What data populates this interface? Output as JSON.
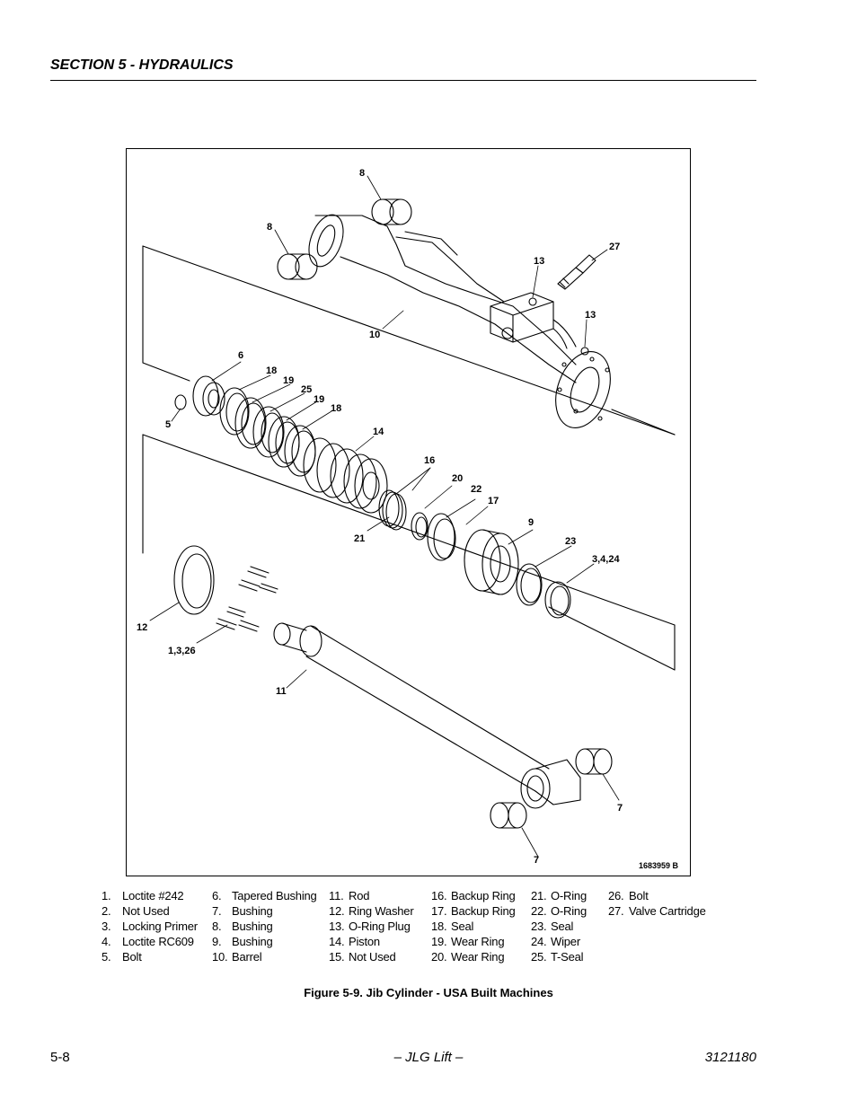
{
  "header": {
    "section_title": "SECTION 5 - HYDRAULICS"
  },
  "figure": {
    "drawing_number": "1683959 B",
    "caption": "Figure 5-9.  Jib Cylinder - USA Built Machines",
    "callouts": [
      "8",
      "8",
      "27",
      "13",
      "13",
      "10",
      "6",
      "18",
      "19",
      "25",
      "19",
      "18",
      "5",
      "14",
      "16",
      "20",
      "22",
      "17",
      "21",
      "9",
      "23",
      "3,4,24",
      "12",
      "1,3,26",
      "11",
      "7",
      "7"
    ]
  },
  "legend": [
    [
      {
        "num": "1.",
        "text": "Loctite #242"
      },
      {
        "num": "2.",
        "text": "Not Used"
      },
      {
        "num": "3.",
        "text": "Locking Primer"
      },
      {
        "num": "4.",
        "text": "Loctite RC609"
      },
      {
        "num": "5.",
        "text": "Bolt"
      }
    ],
    [
      {
        "num": "6.",
        "text": "Tapered Bushing"
      },
      {
        "num": "7.",
        "text": "Bushing"
      },
      {
        "num": "8.",
        "text": "Bushing"
      },
      {
        "num": "9.",
        "text": "Bushing"
      },
      {
        "num": "10.",
        "text": "Barrel"
      }
    ],
    [
      {
        "num": "11.",
        "text": "Rod"
      },
      {
        "num": "12.",
        "text": "Ring Washer"
      },
      {
        "num": "13.",
        "text": "O-Ring Plug"
      },
      {
        "num": "14.",
        "text": "Piston"
      },
      {
        "num": "15.",
        "text": "Not Used"
      }
    ],
    [
      {
        "num": "16.",
        "text": "Backup Ring"
      },
      {
        "num": "17.",
        "text": "Backup Ring"
      },
      {
        "num": "18.",
        "text": "Seal"
      },
      {
        "num": "19.",
        "text": "Wear Ring"
      },
      {
        "num": "20.",
        "text": "Wear Ring"
      }
    ],
    [
      {
        "num": "21.",
        "text": "O-Ring"
      },
      {
        "num": "22.",
        "text": "O-Ring"
      },
      {
        "num": "23.",
        "text": "Seal"
      },
      {
        "num": "24.",
        "text": "Wiper"
      },
      {
        "num": "25.",
        "text": "T-Seal"
      }
    ],
    [
      {
        "num": "26.",
        "text": "Bolt"
      },
      {
        "num": "27.",
        "text": "Valve Cartridge"
      }
    ]
  ],
  "footer": {
    "page_number": "5-8",
    "publisher": "– JLG Lift –",
    "doc_number": "3121180"
  }
}
